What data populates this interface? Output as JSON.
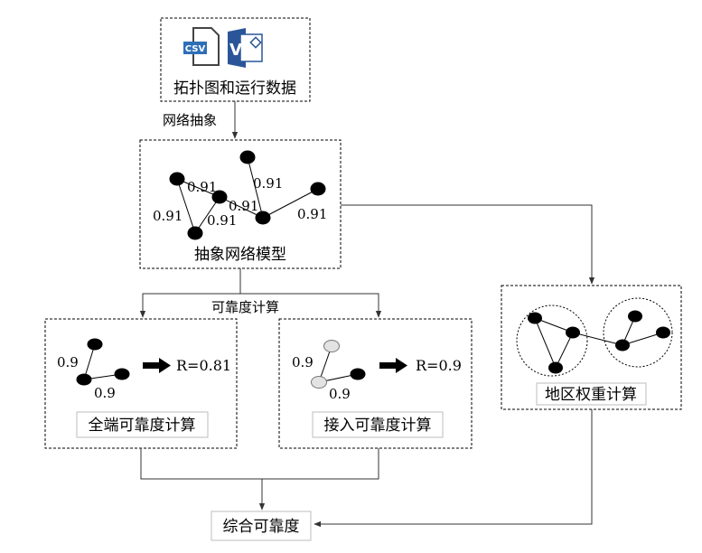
{
  "boxes": {
    "data_source": "拓扑图和运行数据",
    "abstract_model": "抽象网络模型",
    "full_terminal": "全端可靠度计算",
    "access": "接入可靠度计算",
    "regional": "地区权重计算",
    "composite": "综合可靠度"
  },
  "icons": {
    "csv_label": "CSV",
    "visio_label": "V",
    "csv_icon": "csv-file-icon",
    "visio_icon": "visio-file-icon"
  },
  "edge_labels": {
    "abstraction": "网络抽象",
    "reliability_calc": "可靠度计算"
  },
  "model_weights": [
    "0.91",
    "0.91",
    "0.91",
    "0.91",
    "0.91",
    "0.91"
  ],
  "full_terminal": {
    "weights": [
      "0.9",
      "0.9"
    ],
    "result": "R=0.81"
  },
  "access": {
    "weights": [
      "0.9",
      "0.9"
    ],
    "result": "R=0.9"
  },
  "colors": {
    "node_fill": "#000000",
    "access_node_fill": "#e3e3e3",
    "csv_blue": "#2f6fb7",
    "visio_blue": "#2a5699"
  }
}
